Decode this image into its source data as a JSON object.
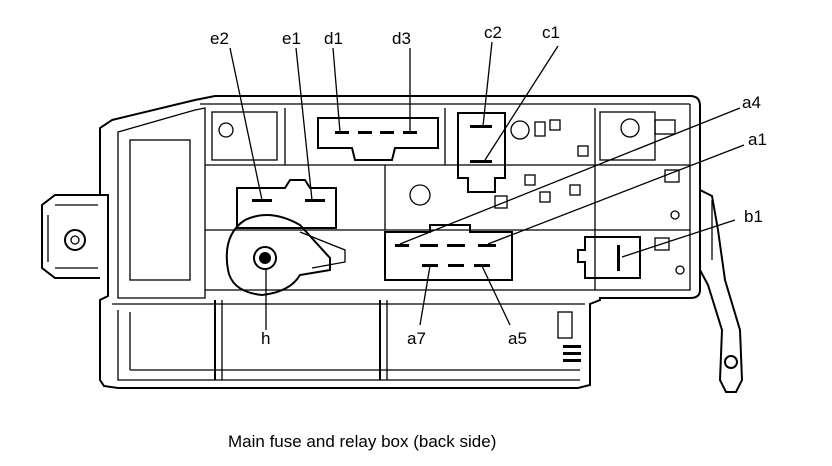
{
  "caption": "Main fuse and relay box (back side)",
  "labels": {
    "e2": "e2",
    "e1": "e1",
    "d1": "d1",
    "d3": "d3",
    "c2": "c2",
    "c1": "c1",
    "a4": "a4",
    "a1": "a1",
    "b1": "b1",
    "h": "h",
    "a7": "a7",
    "a5": "a5"
  }
}
